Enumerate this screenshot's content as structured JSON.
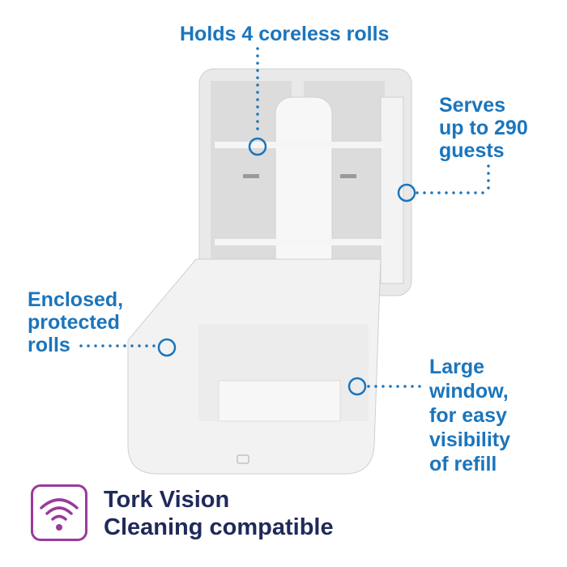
{
  "callouts": {
    "rolls": {
      "text": "Holds 4 coreless rolls"
    },
    "serves": {
      "lines": [
        "Serves",
        "up to 290",
        "guests"
      ]
    },
    "enclosed": {
      "lines": [
        "Enclosed,",
        "protected",
        "rolls"
      ]
    },
    "window": {
      "lines": [
        "Large",
        "window,",
        "for easy",
        "visibility",
        "of refill"
      ]
    }
  },
  "feature": {
    "icon": "wifi-signal-icon",
    "lines": [
      "Tork Vision",
      "Cleaning compatible"
    ]
  },
  "colors": {
    "accent": "#1b75bc",
    "brand_text": "#1f2a5a",
    "badge": "#9b3a9b"
  }
}
